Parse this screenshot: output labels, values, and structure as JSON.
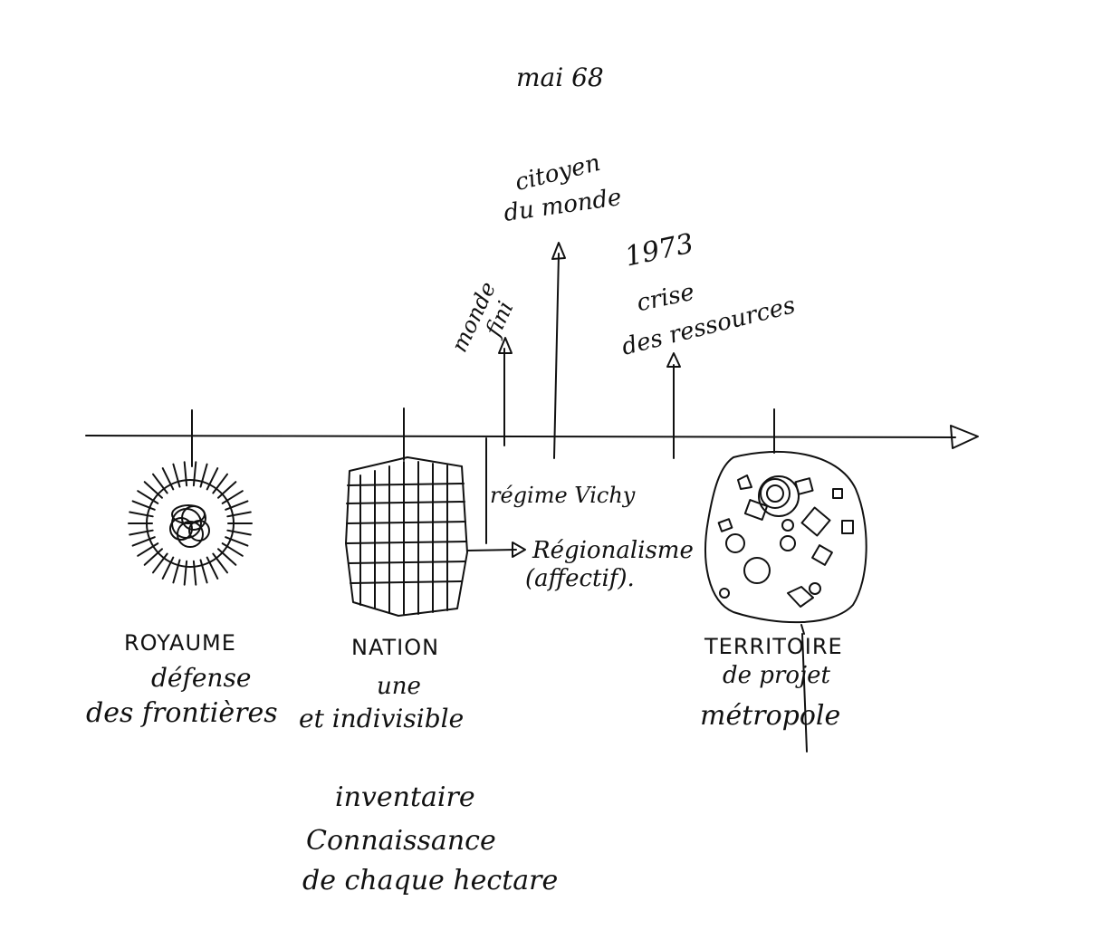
{
  "top": {
    "mai68": "mai 68",
    "citoyen_line1": "citoyen",
    "citoyen_line2": "du monde",
    "monde_fini_line1": "monde",
    "monde_fini_line2": "fini",
    "crise_line1": "1973",
    "crise_line2": "crise",
    "crise_line3": "des ressources"
  },
  "middle": {
    "vichy": "régime Vichy",
    "regionalisme_line1": "Régionalisme",
    "regionalisme_line2": "(affectif)."
  },
  "stages": [
    {
      "title": "ROYAUME",
      "line2": "défense",
      "line3": "des frontières"
    },
    {
      "title": "NATION",
      "line2": "une",
      "line3": "et indivisible"
    },
    {
      "title": "TERRITOIRE",
      "line2": "de projet",
      "line3": "métropole"
    }
  ],
  "bottom": {
    "line1": "inventaire",
    "line2": "Connaissance",
    "line3": "de chaque hectare"
  },
  "colors": {
    "ink": "#111111",
    "paper": "#ffffff"
  }
}
